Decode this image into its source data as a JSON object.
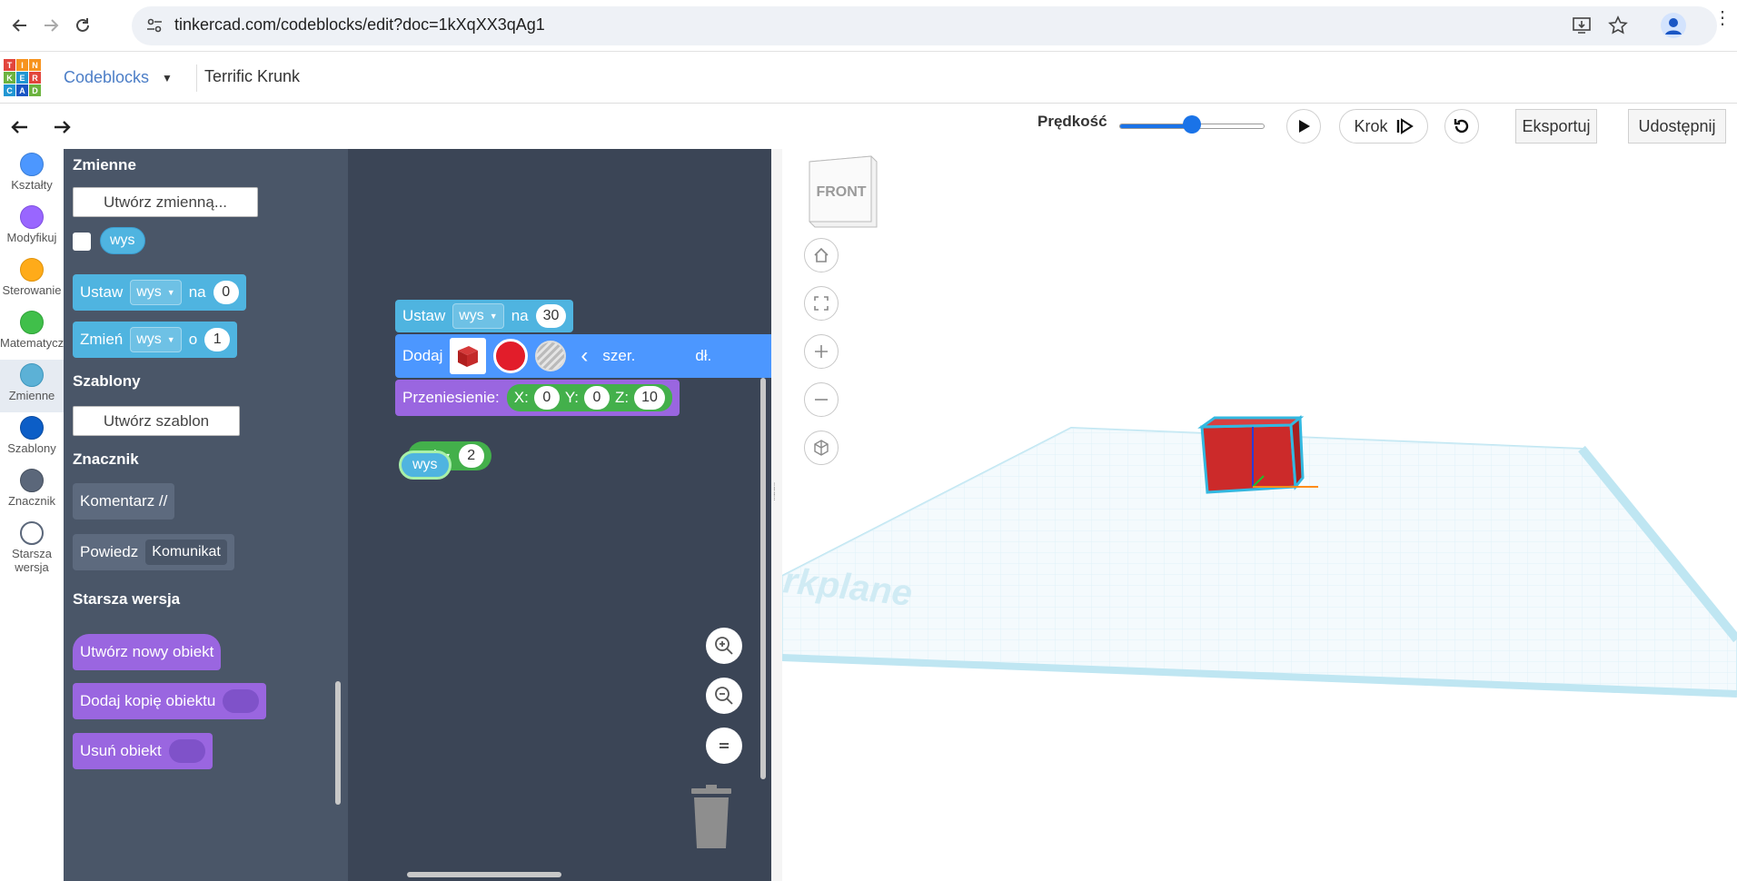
{
  "browser": {
    "url": "tinkercad.com/codeblocks/edit?doc=1kXqXX3qAg1",
    "icons": [
      "back-arrow-icon",
      "forward-arrow-icon",
      "reload-icon",
      "site-info-icon",
      "install-app-icon",
      "star-icon",
      "profile-icon",
      "menu-dots-icon"
    ]
  },
  "header": {
    "logo_letters": [
      "T",
      "I",
      "N",
      "K",
      "E",
      "R",
      "C",
      "A",
      "D"
    ],
    "app_name": "Codeblocks",
    "design_name": "Terrific Krunk"
  },
  "toolbar": {
    "speed_label": "Prędkość",
    "speed_fraction": 0.5,
    "step_label": "Krok",
    "export_label": "Eksportuj",
    "share_label": "Udostępnij"
  },
  "categories": [
    {
      "label": "Kształty",
      "color": "#4c97ff"
    },
    {
      "label": "Modyfikuj",
      "color": "#9966ff"
    },
    {
      "label": "Sterowanie",
      "color": "#ffab19"
    },
    {
      "label": "Matematycz",
      "color": "#40bf4a"
    },
    {
      "label": "Zmienne",
      "color": "#5cb1d6",
      "selected": true
    },
    {
      "label": "Szablony",
      "color": "#0c5ec7"
    },
    {
      "label": "Znacznik",
      "color": "#5b677a"
    },
    {
      "label": "Starsza",
      "label2": "wersja",
      "color": "#ffffff"
    }
  ],
  "flyout": {
    "variables_title": "Zmienne",
    "create_variable": "Utwórz zmienną...",
    "var_name": "wys",
    "set_block": {
      "kw": "Ustaw",
      "var": "wys",
      "kw2": "na",
      "value": "0"
    },
    "change_block": {
      "kw": "Zmień",
      "var": "wys",
      "kw2": "o",
      "value": "1"
    },
    "templates_title": "Szablony",
    "create_template": "Utwórz szablon",
    "marker_title": "Znacznik",
    "comment_block": "Komentarz //",
    "say_block": {
      "kw": "Powiedz",
      "value": "Komunikat"
    },
    "legacy_title": "Starsza wersja",
    "create_object": "Utwórz nowy obiekt",
    "add_copy": "Dodaj kopię obiektu",
    "remove_object": "Usuń obiekt"
  },
  "workspace": {
    "set_block": {
      "kw": "Ustaw",
      "var": "wys",
      "kw2": "na",
      "value": "30"
    },
    "add_block": {
      "kw": "Dodaj",
      "w_label": "szer.",
      "l_label": "dł."
    },
    "move_block": {
      "kw": "Przeniesienie:",
      "x_label": "X:",
      "x": "0",
      "y_label": "Y:",
      "y": "0",
      "z_label": "Z:",
      "z": "10"
    },
    "math_block": {
      "op": "/",
      "value": "2",
      "var": "wys"
    }
  },
  "viewer": {
    "view_cube_label": "FRONT",
    "workplane_label": "rkplane",
    "colors": {
      "object": "#cc2a2a",
      "grid": "#bfe6f2"
    }
  }
}
